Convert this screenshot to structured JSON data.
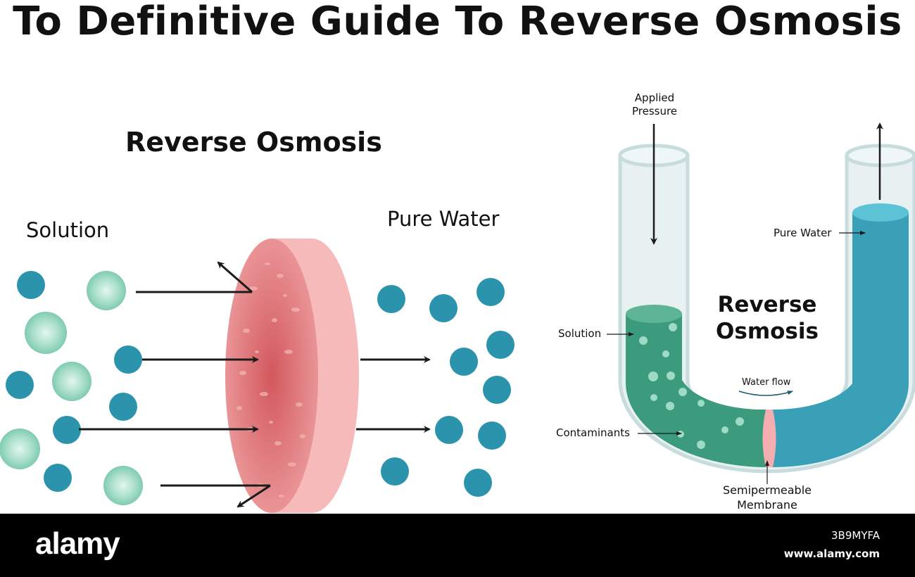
{
  "title": "To Definitive Guide To Reverse Osmosis",
  "left_panel": {
    "heading": "Reverse Osmosis",
    "solution_label": "Solution",
    "pure_water_label": "Pure Water"
  },
  "right_panel": {
    "heading_line1": "Reverse",
    "heading_line2": "Osmosis",
    "applied_pressure": "Applied Pressure",
    "pure_water": "Pure Water",
    "solution": "Solution",
    "water_flow": "Water flow",
    "contaminants": "Contaminants",
    "membrane": "Semipermeable Membrane"
  },
  "footer": {
    "logo": "alamy",
    "image_id": "3B9MYFA",
    "url": "www.alamy.com"
  },
  "colors": {
    "teal_particle": "#2b94ac",
    "mint_particle": "#a6dcc8",
    "membrane_red": "#e07f82",
    "membrane_rim": "#f6b9bb",
    "solution_green": "#3c9b7c",
    "pure_blue": "#3aa0b8",
    "tube_glass": "#e8f2f3"
  }
}
